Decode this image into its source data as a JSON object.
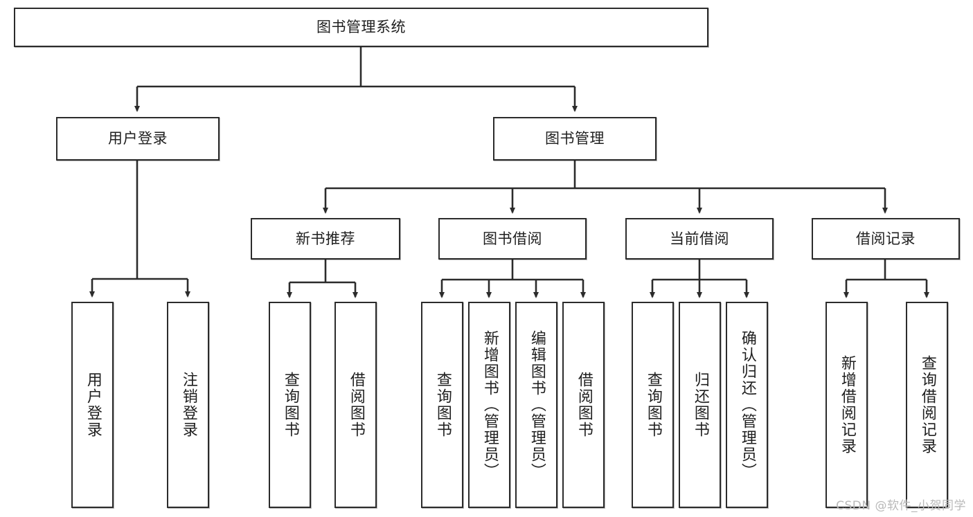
{
  "diagram": {
    "type": "tree-hierarchy",
    "title": "图书管理系统",
    "watermark": "CSDN @软件_小贺同学",
    "colors": {
      "node_border": "#2b2b2b",
      "node_fill": "#ffffff",
      "edge": "#2b2b2b",
      "text": "#1f1f1f",
      "background": "#ffffff",
      "watermark": "#b9b9b9"
    },
    "levels": {
      "root": {
        "label": "图书管理系统"
      },
      "level2": [
        {
          "label": "用户登录"
        },
        {
          "label": "图书管理"
        }
      ],
      "level3": [
        {
          "label": "新书推荐"
        },
        {
          "label": "图书借阅"
        },
        {
          "label": "当前借阅"
        },
        {
          "label": "借阅记录"
        }
      ],
      "leaves": {
        "user_login": [
          {
            "label": "用户登录"
          },
          {
            "label": "注销登录"
          }
        ],
        "new_book_recommend": [
          {
            "label": "查询图书"
          },
          {
            "label": "借阅图书"
          }
        ],
        "book_borrow": [
          {
            "label": "查询图书"
          },
          {
            "label": "新增图书（管理员）"
          },
          {
            "label": "编辑图书（管理员）"
          },
          {
            "label": "借阅图书"
          }
        ],
        "current_borrow": [
          {
            "label": "查询图书"
          },
          {
            "label": "归还图书"
          },
          {
            "label": "确认归还（管理员）"
          }
        ],
        "borrow_records": [
          {
            "label": "新增借阅记录"
          },
          {
            "label": "查询借阅记录"
          }
        ]
      }
    }
  }
}
